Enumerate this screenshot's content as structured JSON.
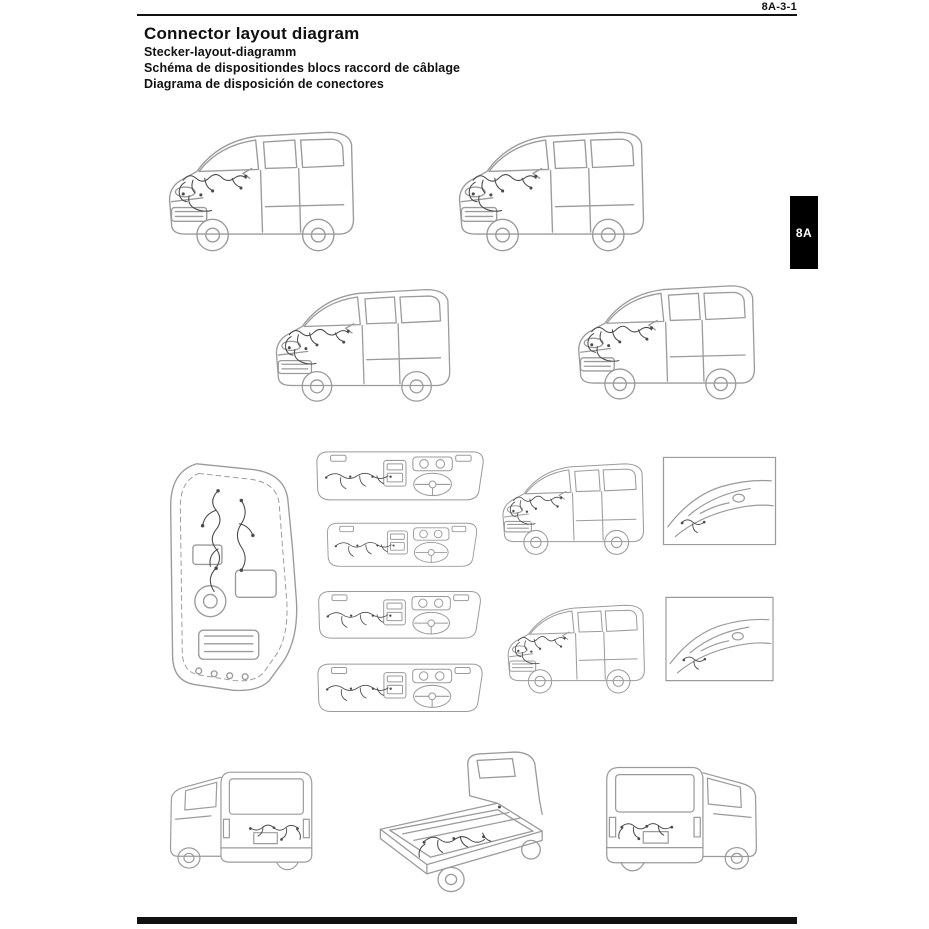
{
  "page": {
    "number": "8A-3-1",
    "section_tab": "8A"
  },
  "header": {
    "title": "Connector layout diagram",
    "subtitles": {
      "de": "Stecker-layout-diagramm",
      "fr": "Schéma de dispositiondes blocs raccord de câblage",
      "es": "Diagrama de disposición de conectores"
    }
  },
  "colors": {
    "line_gray": "#9b9b9b",
    "wiring_dark": "#4a4a4a",
    "ink_black": "#000000"
  },
  "illustrations": [
    {
      "name": "van-front-quarter-top-left",
      "description": "Van front three-quarter view with front-end harness connectors"
    },
    {
      "name": "van-front-quarter-top-right",
      "description": "Van front three-quarter view with engine-bay harness connectors"
    },
    {
      "name": "van-front-quarter-mid-left",
      "description": "Van front three-quarter view with dash harness connectors"
    },
    {
      "name": "van-front-quarter-mid-right",
      "description": "Van front three-quarter view with hood harness connectors"
    },
    {
      "name": "engine-compartment",
      "description": "Engine compartment panel with main harness routing"
    },
    {
      "name": "dashboard-harness-1",
      "description": "Instrument panel harness view 1"
    },
    {
      "name": "dashboard-harness-2",
      "description": "Instrument panel harness view 2"
    },
    {
      "name": "dashboard-harness-3",
      "description": "Instrument panel harness view 3"
    },
    {
      "name": "dashboard-harness-4",
      "description": "Instrument panel harness view 4"
    },
    {
      "name": "van-cabin-harness-upper",
      "description": "Small van with cabin harness routing"
    },
    {
      "name": "van-cabin-harness-lower",
      "description": "Small van with floor harness routing"
    },
    {
      "name": "front-corner-detail-upper",
      "description": "Framed detail of front corner harness"
    },
    {
      "name": "front-corner-detail-lower",
      "description": "Framed detail of front corner harness"
    },
    {
      "name": "van-rear-quarter-left",
      "description": "Van rear three-quarter view with rear harness"
    },
    {
      "name": "flatbed-truck",
      "description": "Flatbed truck with frame harness"
    },
    {
      "name": "van-rear-quarter-right",
      "description": "Van rear three-quarter view with tailgate harness"
    }
  ]
}
